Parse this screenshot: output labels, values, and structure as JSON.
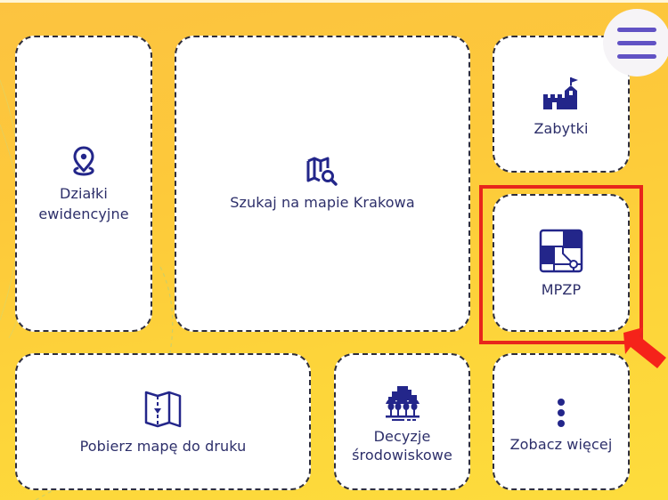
{
  "header": {
    "menu_button": {
      "icon": "hamburger-menu-icon",
      "color": "#6152c4"
    }
  },
  "tiles": [
    {
      "id": "dzialki",
      "label": "Działki ewidencyjne",
      "label_lines": [
        "Działki",
        "ewidencyjne"
      ],
      "icon": "map-pin-icon"
    },
    {
      "id": "szukaj",
      "label": "Szukaj na mapie Krakowa",
      "icon": "map-search-icon"
    },
    {
      "id": "zabytki",
      "label": "Zabytki",
      "icon": "castle-icon"
    },
    {
      "id": "mpzp",
      "label": "MPZP",
      "icon": "zoning-plan-icon",
      "highlighted": true
    },
    {
      "id": "pobierz",
      "label": "Pobierz mapę do druku",
      "icon": "map-download-icon"
    },
    {
      "id": "decyzje",
      "label": "Decyzje środowiskowe",
      "label_lines": [
        "Decyzje",
        "środowiskowe"
      ],
      "icon": "environment-icon"
    },
    {
      "id": "zobacz",
      "label": "Zobacz więcej",
      "icon": "more-vertical-icon"
    }
  ],
  "annotation": {
    "highlight_target": "MPZP",
    "highlight_color": "#e8251b",
    "arrow_color": "#f5231a"
  },
  "colors": {
    "background": "#fdc93a",
    "tile_background": "#ffffff",
    "tile_border": "#2e2e3e",
    "text": "#2d2f6a",
    "icon": "#23268a"
  }
}
